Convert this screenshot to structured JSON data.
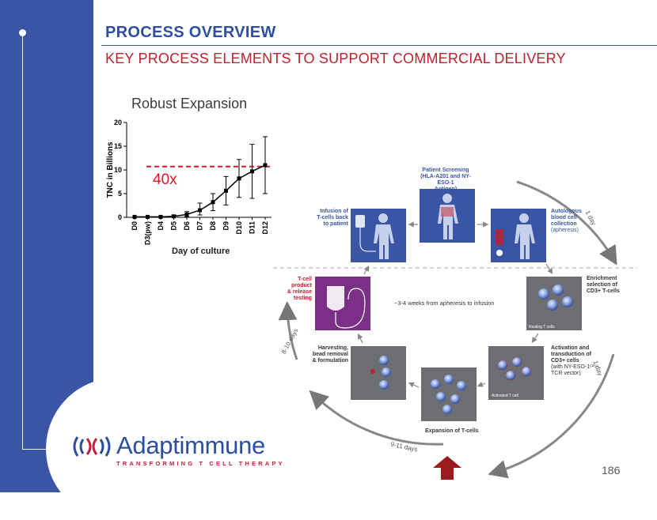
{
  "title": "PROCESS OVERVIEW",
  "subtitle": "KEY PROCESS ELEMENTS TO SUPPORT COMMERCIAL DELIVERY",
  "page_number": "186",
  "brand": {
    "name": "Adaptimmune",
    "tagline": "TRANSFORMING T CELL THERAPY"
  },
  "colors": {
    "primary_blue": "#3a55a4",
    "accent_red": "#c0202f",
    "dark_red": "#9b1b1e"
  },
  "chart_data": {
    "type": "line",
    "title": "Robust Expansion",
    "xlabel": "Day of culture",
    "ylabel": "TNC in Billions",
    "categories": [
      "D0",
      "D3(pw)",
      "D4",
      "D5",
      "D6",
      "D7",
      "D8",
      "D9",
      "D10",
      "D11",
      "D12"
    ],
    "values": [
      0.1,
      0.1,
      0.1,
      0.2,
      0.6,
      1.5,
      3.2,
      5.6,
      8.2,
      9.7,
      11.0
    ],
    "error_low": [
      0,
      0,
      0,
      0.2,
      0.5,
      1.0,
      1.8,
      3.0,
      4.0,
      5.7,
      6.0
    ],
    "error_high": [
      0.1,
      0.1,
      0.1,
      0.3,
      0.6,
      1.5,
      1.8,
      3.0,
      4.0,
      5.7,
      6.0
    ],
    "ylim": [
      0,
      20
    ],
    "yticks": [
      0,
      5,
      10,
      15,
      20
    ],
    "reference_line": {
      "value": 10.7,
      "label": "40x",
      "style": "dashed",
      "color": "#d7192a"
    },
    "grid": false
  },
  "process": {
    "screening": {
      "title": "Patient Screening",
      "detail": "(HLA-A201 and NY-ESO-1",
      "detail2": "Antigen)"
    },
    "infusion": [
      "Infusion of",
      "T-cells back",
      "to patient"
    ],
    "apheresis": [
      "Autologous",
      "blood cell",
      "collection"
    ],
    "apheresis_note": "(apheresis)",
    "enrichment": [
      "Enrichment",
      "selection of",
      "CD3+ T-cells"
    ],
    "resting_caption": "Resting T cells",
    "activation": [
      "Activation and",
      "transduction of",
      "CD3+ cells"
    ],
    "activation_note": [
      "(with NY-ESO-1ᶜ²⁵⁹",
      "TCR vector)"
    ],
    "activated_caption": "Activated T cell",
    "expansion": "Expansion of T-cells",
    "harvest": [
      "Harvesting,",
      "bead removal",
      "& formulation"
    ],
    "release": [
      "T-cell",
      "product",
      "& release",
      "testing"
    ],
    "center_text": "~3-4 weeks from apheresis to infusion",
    "durations": {
      "one_day_top": "1 day",
      "one_day_right": "1 day",
      "expansion_days": "9-11 days",
      "release_days": "8-10 days"
    }
  }
}
